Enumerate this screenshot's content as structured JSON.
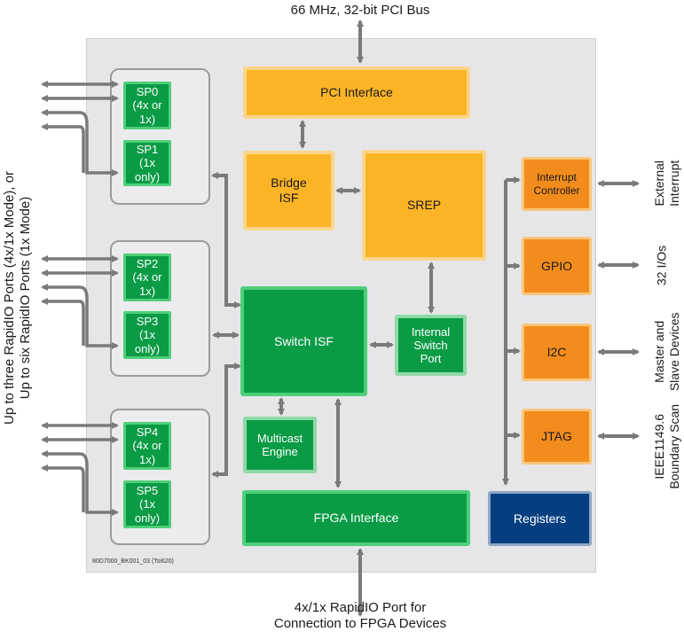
{
  "top_label": "66 MHz, 32-bit PCI Bus",
  "bottom_label_line1": "4x/1x RapidIO Port for",
  "bottom_label_line2": "Connection to FPGA Devices",
  "left_label_line1": "Up to three RapidIO Ports (4x/1x Mode), or",
  "left_label_line2": "Up to six RapidIO Ports (1x Mode)",
  "serial_ports": [
    {
      "name": "SP0",
      "mode": "(4x or 1x)"
    },
    {
      "name": "SP1",
      "mode": "(1x only)"
    },
    {
      "name": "SP2",
      "mode": "(4x or 1x)"
    },
    {
      "name": "SP3",
      "mode": "(1x only)"
    },
    {
      "name": "SP4",
      "mode": "(4x or 1x)"
    },
    {
      "name": "SP5",
      "mode": "(1x only)"
    }
  ],
  "blocks": {
    "pci_interface": "PCI Interface",
    "bridge_isf_line1": "Bridge",
    "bridge_isf_line2": "ISF",
    "srep": "SREP",
    "switch_isf": "Switch ISF",
    "internal_switch_port_line1": "Internal",
    "internal_switch_port_line2": "Switch",
    "internal_switch_port_line3": "Port",
    "multicast_engine_line1": "Multicast",
    "multicast_engine_line2": "Engine",
    "fpga_interface": "FPGA Interface",
    "interrupt_controller_line1": "Interrupt",
    "interrupt_controller_line2": "Controller",
    "gpio": "GPIO",
    "i2c": "I2C",
    "jtag": "JTAG",
    "registers": "Registers"
  },
  "right_labels": {
    "interrupt_line1": "External",
    "interrupt_line2": "Interrupt",
    "gpio": "32 I/Os",
    "i2c_line1": "Master and",
    "i2c_line2": "Slave Devices",
    "jtag_line1": "IEEE1149.6",
    "jtag_line2": "Boundary Scan"
  },
  "footnote": "80D7000_BK001_03 (Tsi620)",
  "colors": {
    "green": "#0a9b45",
    "yellow": "#fbb426",
    "orange": "#f28c1c",
    "blue": "#063f7f",
    "arrow": "#7a7a7a"
  }
}
